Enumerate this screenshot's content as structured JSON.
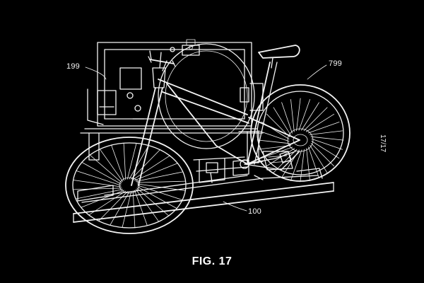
{
  "figure": {
    "caption": "FIG. 17",
    "sheet_number": "17/17",
    "background_color": "#000000",
    "line_color": "#f4f4f4"
  },
  "reference_numerals": {
    "vehicle": "199",
    "bicycle": "799",
    "carrier": "100"
  }
}
